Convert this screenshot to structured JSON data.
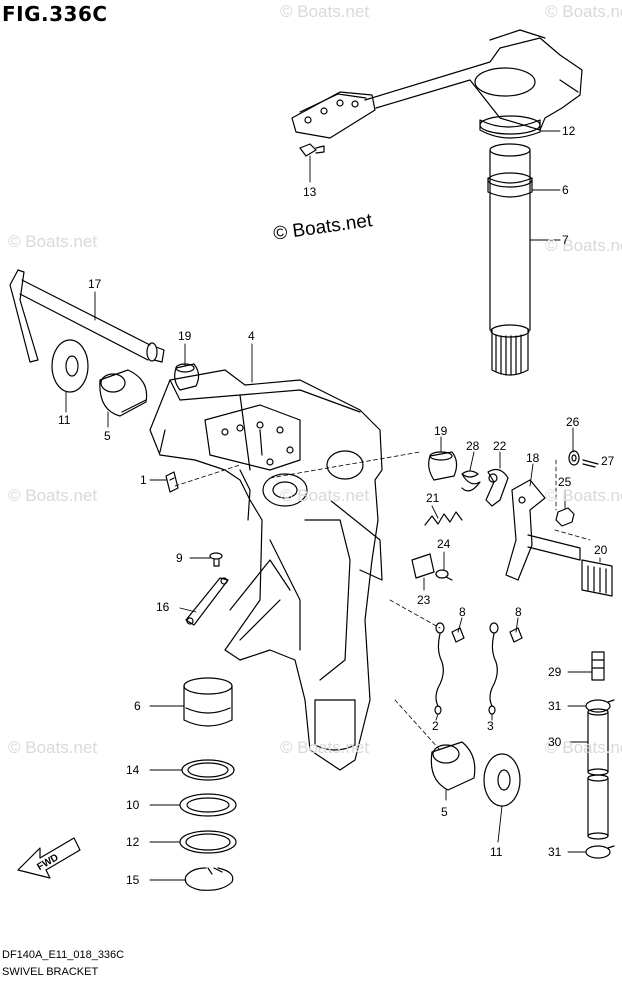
{
  "figure": {
    "title": "FIG.336C"
  },
  "footer": {
    "code": "DF140A_E11_018_336C",
    "name": "SWIVEL BRACKET"
  },
  "watermark": {
    "main": "© Boats.net",
    "faint": "© Boats.net"
  },
  "fwd_label": "FWD",
  "callouts": [
    "12",
    "13",
    "6",
    "7",
    "17",
    "19",
    "4",
    "11",
    "5",
    "1",
    "19",
    "28",
    "22",
    "26",
    "18",
    "27",
    "25",
    "21",
    "24",
    "20",
    "9",
    "23",
    "8",
    "8",
    "16",
    "29",
    "6",
    "2",
    "3",
    "31",
    "30",
    "5",
    "14",
    "10",
    "11",
    "12",
    "15",
    "31"
  ]
}
